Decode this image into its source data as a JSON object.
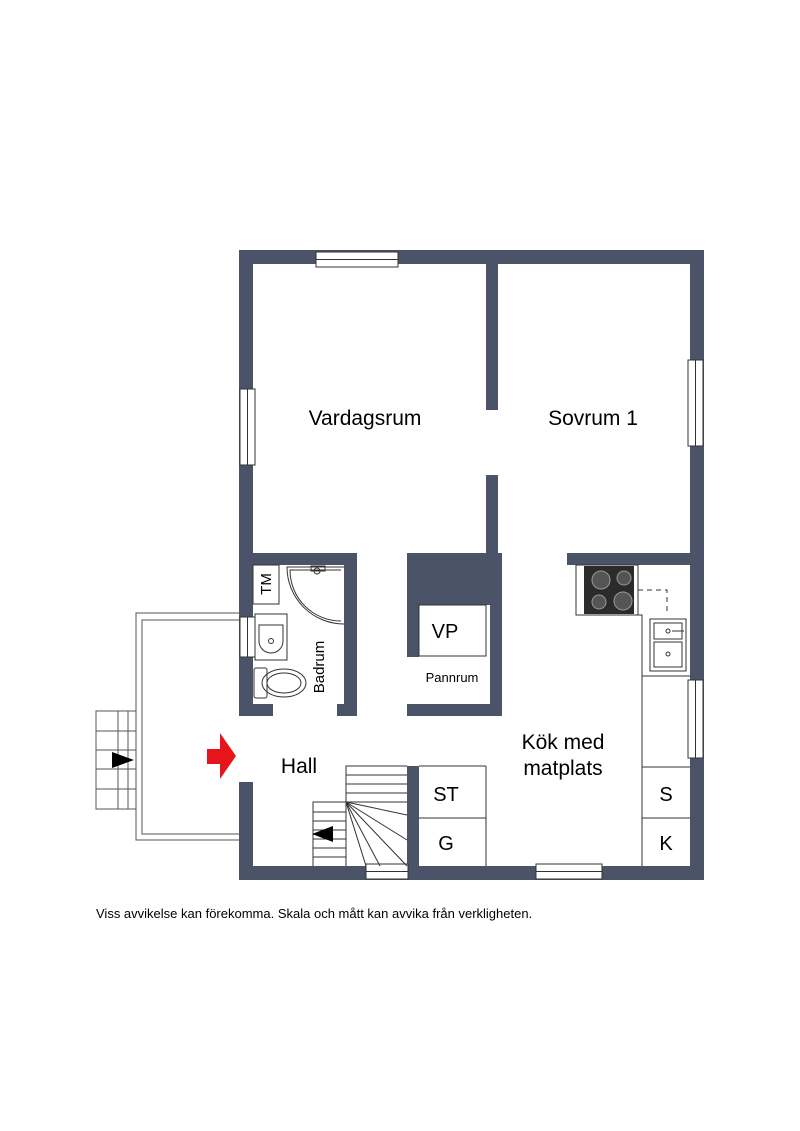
{
  "rooms": {
    "vardagsrum": "Vardagsrum",
    "sovrum": "Sovrum 1",
    "badrum": "Badrum",
    "pannrum": "Pannrum",
    "hall": "Hall",
    "kok_line1": "Kök med",
    "kok_line2": "matplats"
  },
  "fixtures": {
    "tm": "TM",
    "vp": "VP",
    "st": "ST",
    "g": "G",
    "s": "S",
    "k": "K"
  },
  "disclaimer": "Viss avvikelse kan förekomma. Skala och mått kan avvika från verkligheten.",
  "colors": {
    "wall": "#4a5368",
    "entrance_arrow": "#e8141c",
    "hob": "#2b2b2b"
  },
  "icons": [
    "entrance-arrow-icon",
    "stair-direction-arrow-icon",
    "hob-icon",
    "sink-icon",
    "washbasin-icon",
    "toilet-icon",
    "shower-icon"
  ]
}
